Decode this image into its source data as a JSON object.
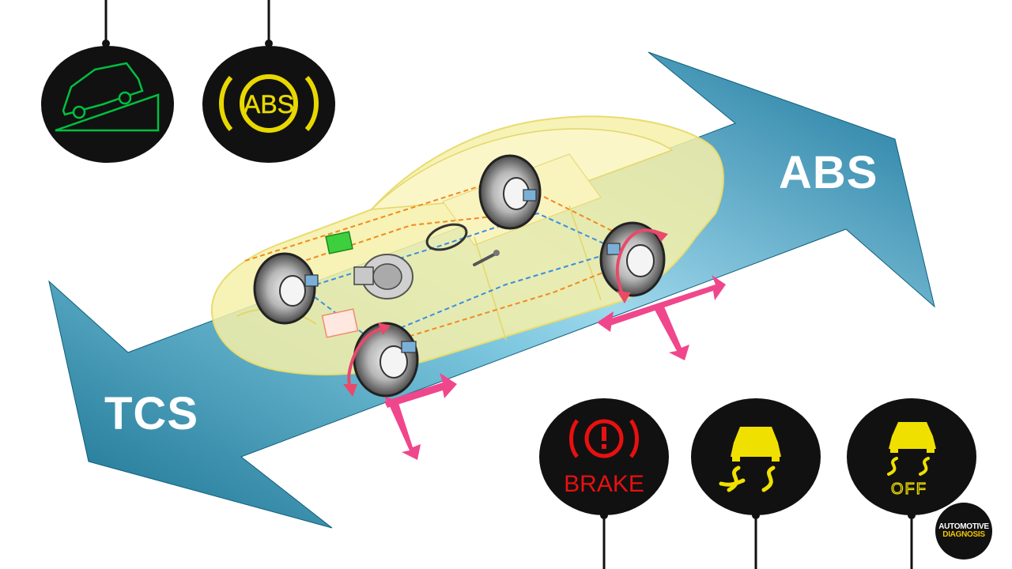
{
  "labels": {
    "abs": "ABS",
    "tcs": "TCS"
  },
  "indicators": {
    "hill_descent": {
      "icon": "hill-descent-car-icon",
      "color": "#00c040"
    },
    "abs": {
      "icon": "abs-warning-icon",
      "text": "ABS",
      "color": "#e8d800"
    },
    "brake": {
      "icon": "brake-warning-icon",
      "text": "BRAKE",
      "color": "#e81010"
    },
    "traction": {
      "icon": "skid-car-icon",
      "color": "#f0e000"
    },
    "traction_off": {
      "icon": "skid-car-off-icon",
      "text": "OFF",
      "color": "#f0e000"
    }
  },
  "brand": {
    "line1": "AUTOMOTIVE",
    "line2": "DIAGNOSIS"
  },
  "colors": {
    "arrow": "#1f8fb0",
    "car": "#f6f0a8",
    "force_arrows": "#f0468c"
  }
}
